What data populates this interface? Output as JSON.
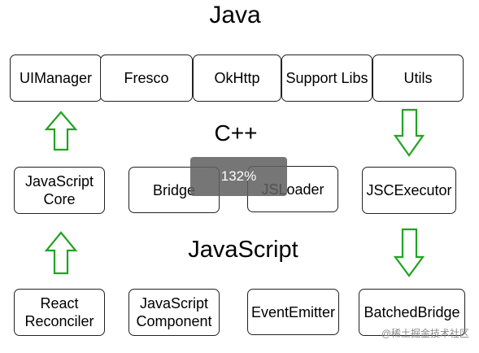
{
  "sections": {
    "java": "Java",
    "cpp": "C++",
    "javascript": "JavaScript"
  },
  "java_layer": {
    "uimanager": "UIManager",
    "fresco": "Fresco",
    "okhttp": "OkHttp",
    "support_libs": "Support Libs",
    "utils": "Utils"
  },
  "cpp_layer": {
    "javascript_core": "JavaScript\nCore",
    "bridge": "Bridge",
    "jsloader": "JSLoader",
    "jscexecutor": "JSCExecutor"
  },
  "js_layer": {
    "react_reconciler": "React\nReconciler",
    "javascript_component": "JavaScript\nComponent",
    "event_emitter": "EventEmitter",
    "batched_bridge": "BatchedBridge"
  },
  "zoom_overlay": "132%",
  "watermark_credit": "@稀土掘金技术社区",
  "colors": {
    "arrow_stroke": "#22a322",
    "box_border": "#222222",
    "overlay_bg": "#606060"
  },
  "icons": {
    "up_arrow": "hollow-up-arrow",
    "down_arrow": "hollow-down-arrow"
  }
}
